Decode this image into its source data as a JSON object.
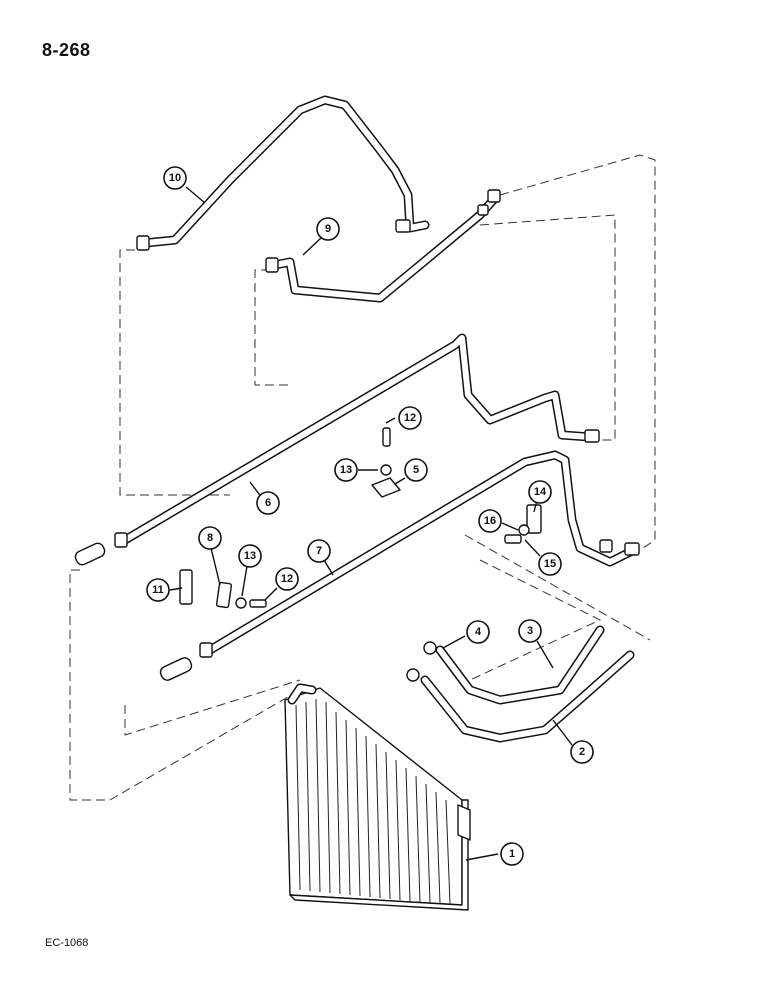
{
  "header": {
    "page_number": "8-268"
  },
  "footer": {
    "catalog_code": "EC-1068"
  },
  "callouts": [
    {
      "id": "1",
      "label": "1"
    },
    {
      "id": "2",
      "label": "2"
    },
    {
      "id": "3",
      "label": "3"
    },
    {
      "id": "4",
      "label": "4"
    },
    {
      "id": "5",
      "label": "5"
    },
    {
      "id": "6",
      "label": "6"
    },
    {
      "id": "7",
      "label": "7"
    },
    {
      "id": "8",
      "label": "8"
    },
    {
      "id": "9",
      "label": "9"
    },
    {
      "id": "10",
      "label": "10"
    },
    {
      "id": "11",
      "label": "11"
    },
    {
      "id": "12a",
      "label": "12"
    },
    {
      "id": "12b",
      "label": "12"
    },
    {
      "id": "13a",
      "label": "13"
    },
    {
      "id": "13b",
      "label": "13"
    },
    {
      "id": "14",
      "label": "14"
    },
    {
      "id": "15",
      "label": "15"
    },
    {
      "id": "16",
      "label": "16"
    }
  ]
}
